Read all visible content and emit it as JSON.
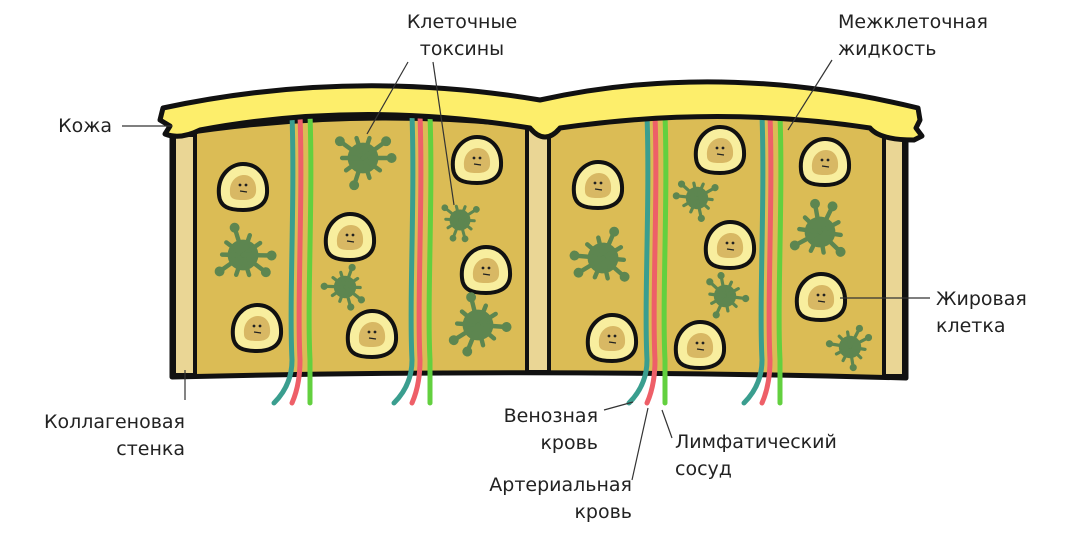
{
  "labels": {
    "skin": "Кожа",
    "toxins": [
      "Клеточные",
      "токсины"
    ],
    "interstitial_fluid": [
      "Межклеточная",
      "жидкость"
    ],
    "fat_cell": [
      "Жировая",
      "клетка"
    ],
    "collagen_wall": [
      "Коллагеновая",
      "стенка"
    ],
    "venous_blood": [
      "Венозная",
      "кровь"
    ],
    "arterial_blood": [
      "Артериальная",
      "кровь"
    ],
    "lymph_vessel": [
      "Лимфатический",
      "сосуд"
    ]
  },
  "colors": {
    "skin": "#fdee6b",
    "tissue": "#dbbc55",
    "collagen": "#ead695",
    "cell_outer": "#f8ee9e",
    "cell_nucleus": "#d8b864",
    "toxin": "#5d8650",
    "vein": "#3a9e8f",
    "artery": "#ee5f68",
    "lymph": "#63d03f"
  }
}
